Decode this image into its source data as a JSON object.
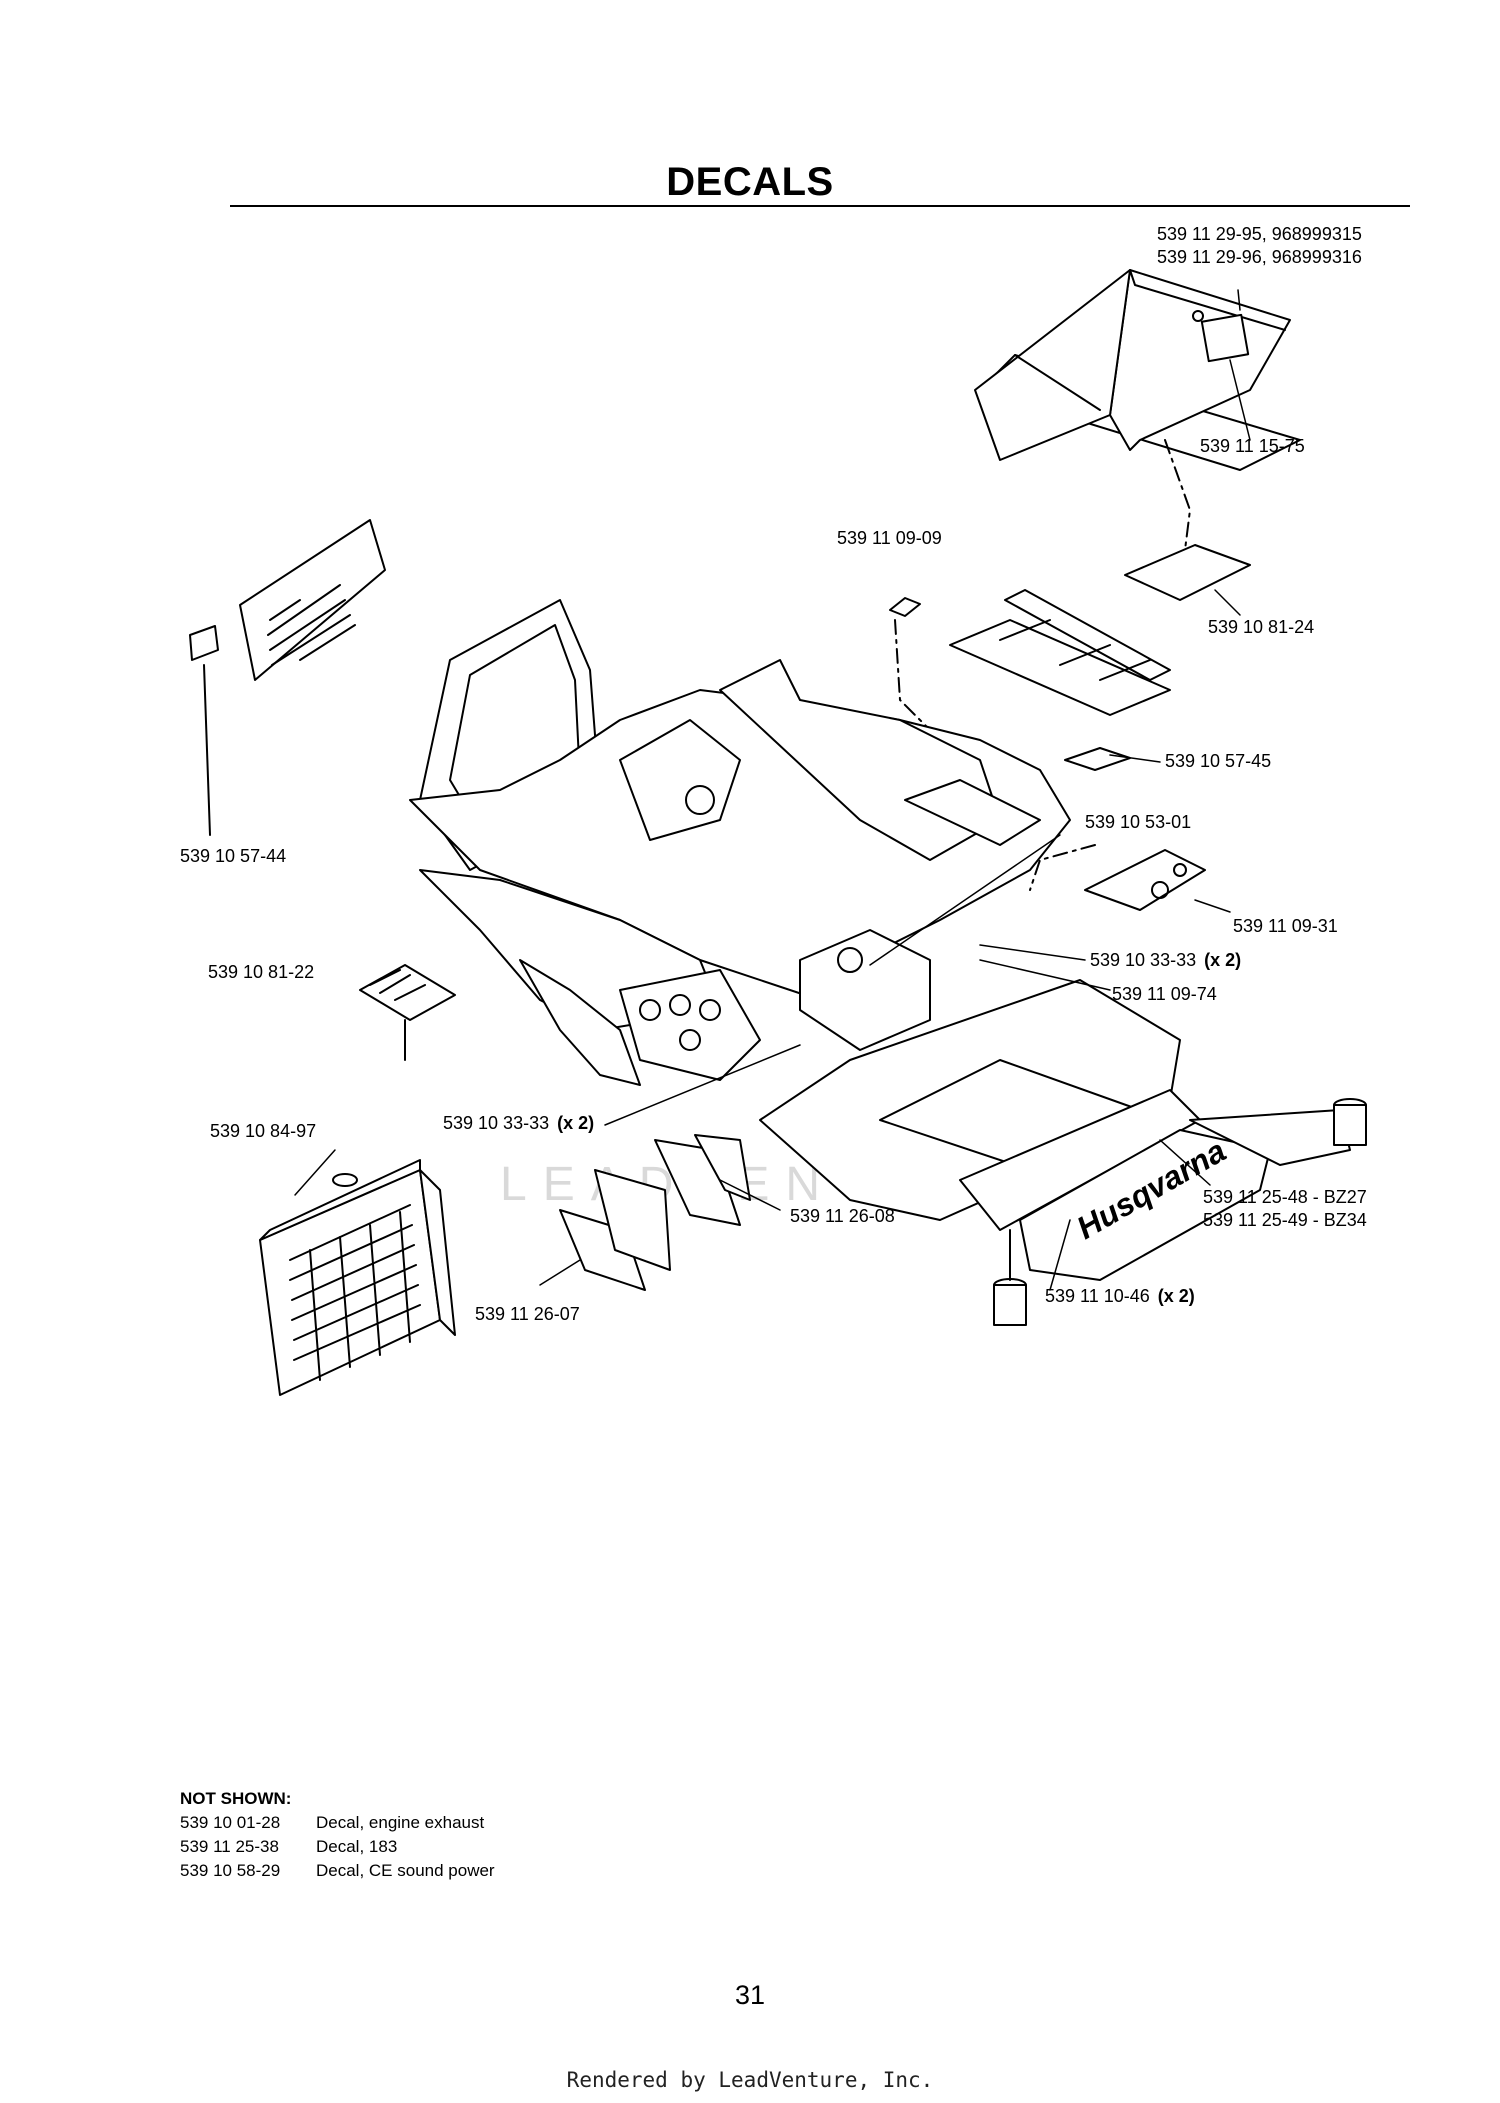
{
  "page": {
    "title": "DECALS",
    "page_number": "31",
    "footer": "Rendered by LeadVenture, Inc."
  },
  "watermark": {
    "text": "LEADVENTURE"
  },
  "callouts": {
    "c1": {
      "line1": "539 11 29-95, 968999315",
      "line2": "539 11 29-96, 968999316"
    },
    "c2": "539 11 15-75",
    "c3": "539 11 09-09",
    "c4": "539 10 81-24",
    "c5": "539 10 57-45",
    "c6": "539 10 57-44",
    "c7": "539 10 53-01",
    "c8": "539 11 09-31",
    "c9": {
      "part": "539 10 33-33",
      "qty": "(x 2)"
    },
    "c10": "539 11 09-74",
    "c11": "539 10 81-22",
    "c12": {
      "part": "539 10 33-33",
      "qty": "(x 2)"
    },
    "c13": "539 10 84-97",
    "c14": "539 11 26-08",
    "c15": {
      "line1": "539 11 25-48 - BZ27",
      "line2": "539 11 25-49 - BZ34"
    },
    "c16": {
      "part": "539 11 10-46",
      "qty": "(x 2)"
    },
    "c17": "539 11 26-07"
  },
  "brand_decal": {
    "text": "Husqvarna"
  },
  "not_shown": {
    "heading": "NOT SHOWN:",
    "items": [
      {
        "part": "539 10 01-28",
        "desc": "Decal, engine exhaust"
      },
      {
        "part": "539 11 25-38",
        "desc": "Decal, 183"
      },
      {
        "part": "539 10 58-29",
        "desc": "Decal, CE sound power"
      }
    ]
  }
}
